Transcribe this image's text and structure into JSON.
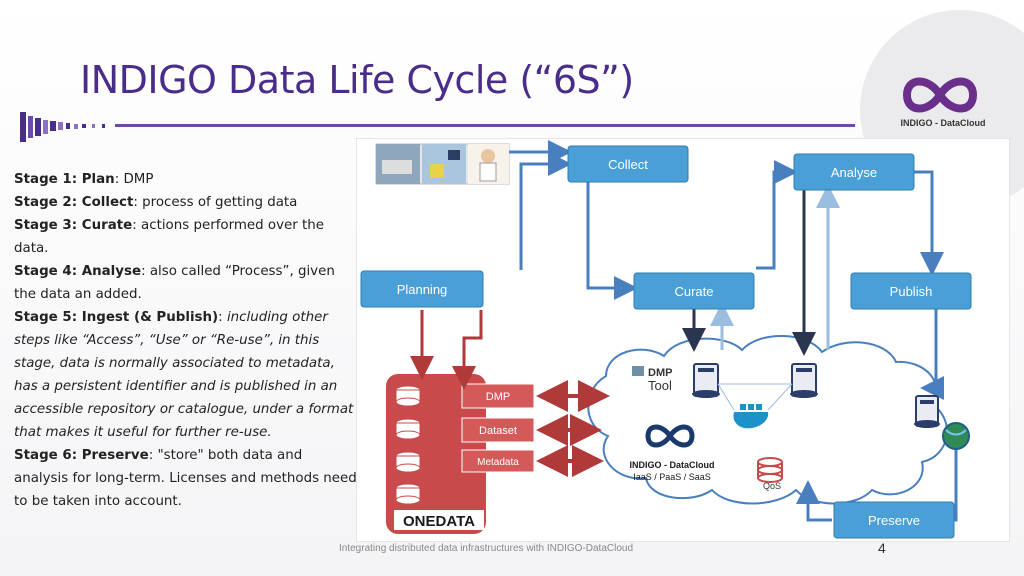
{
  "title": "INDIGO Data Life Cycle (“6S”)",
  "logo": {
    "text": "INDIGO - DataCloud",
    "brand_color": "#6a2f8a"
  },
  "stages": [
    {
      "label": "Stage 1: Plan",
      "text": ": DMP",
      "italic": ""
    },
    {
      "label": "Stage 2: Collect",
      "text": ": process of getting data",
      "italic": ""
    },
    {
      "label": "Stage 3: Curate",
      "text": ": actions performed over the data.",
      "italic": ""
    },
    {
      "label": "Stage 4: Analyse",
      "text": ": also called “Process”, given the data an added.",
      "italic": ""
    },
    {
      "label": "Stage 5: Ingest (& Publish)",
      "text": ": ",
      "italic": "including other steps like “Access”, “Use” or “Re-use”, in this stage, data is normally associated to metadata, has a persistent identifier and is published in an accessible repository or catalogue, under a format that makes it useful for further re-use."
    },
    {
      "label": "Stage 6: Preserve",
      "text": ": \"store\" both data and analysis for long-term. Licenses and methods need to be taken into account.",
      "italic": ""
    }
  ],
  "diagram": {
    "boxes": {
      "collect": "Collect",
      "analyse": "Analyse",
      "planning": "Planning",
      "curate": "Curate",
      "publish": "Publish",
      "preserve": "Preserve"
    },
    "onedata": {
      "items": [
        "DMP",
        "Dataset",
        "Metadata"
      ],
      "logo_text": "ONEDATA"
    },
    "cloud": {
      "dmptool": [
        "DMP",
        "Tool"
      ],
      "indigo_label": "INDIGO - DataCloud",
      "indigo_services": "IaaS / PaaS / SaaS",
      "qos": "QoS"
    },
    "colors": {
      "box_fill": "#4a9fd6",
      "arrow_blue": "#4a7fbf",
      "arrow_dark": "#2a3550",
      "arrow_light": "#9bbde0",
      "arrow_red": "#b03a3a",
      "db_red": "#c94a4a"
    }
  },
  "footer": "Integrating distributed data infrastructures with INDIGO-DataCloud",
  "page_number": "4"
}
